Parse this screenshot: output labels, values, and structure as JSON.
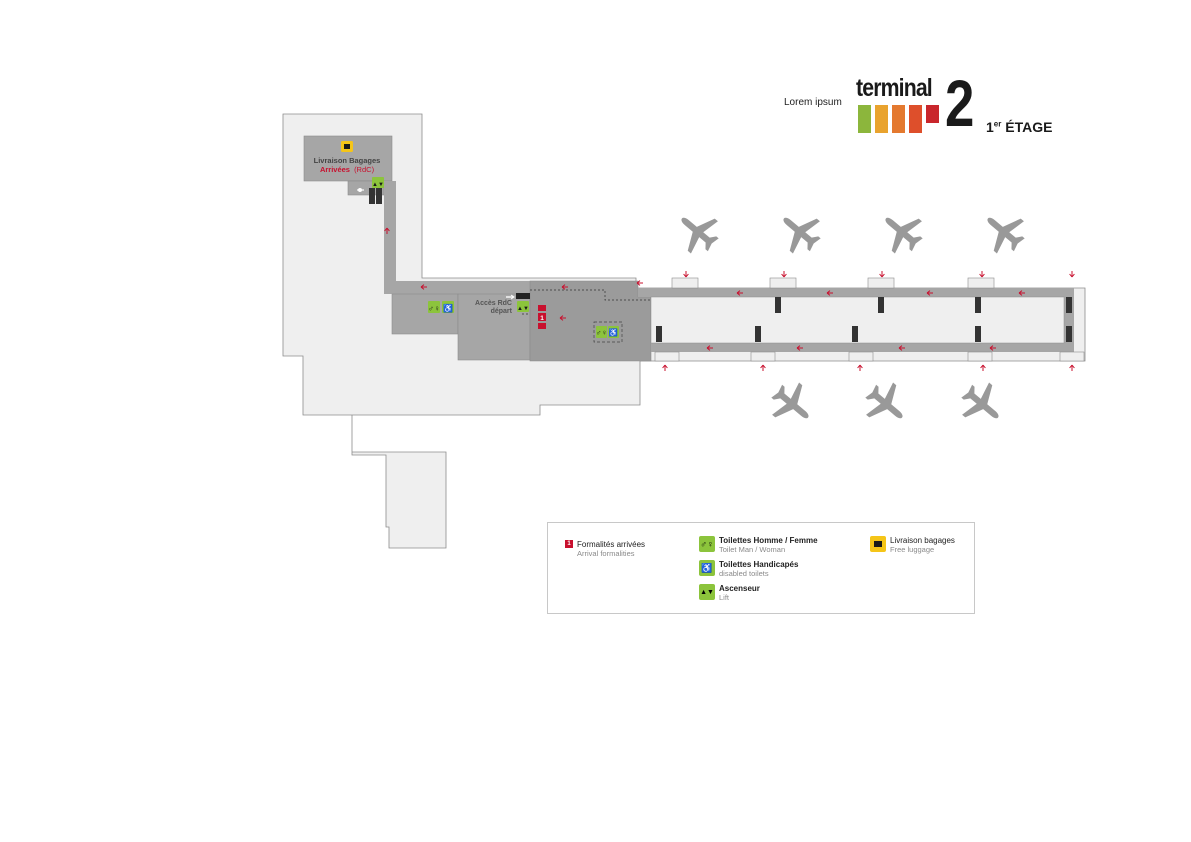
{
  "header": {
    "lorem": "Lorem ipsum",
    "terminal_word": "terminal",
    "terminal_number": "2",
    "floor_prefix": "1",
    "floor_sup": "er",
    "floor_label": "ÉTAGE",
    "stripe_colors": [
      "#8cb63c",
      "#e9a32e",
      "#e4792f",
      "#de4f2b",
      "#c9262c"
    ]
  },
  "map_labels": {
    "baggage_line1": "Livraison Bagages",
    "baggage_line2": "Arrivées",
    "baggage_line3": "(RdC)",
    "access_line1": "Accès RdC",
    "access_line2": "départ",
    "formality_number": "1"
  },
  "legend": {
    "formalities_fr": "Formalités arrivées",
    "formalities_en": "Arrival formalities",
    "toilets_fr": "Toilettes Homme / Femme",
    "toilets_en": "Toilet Man / Woman",
    "disabled_fr": "Toilettes Handicapés",
    "disabled_en": "disabled toilets",
    "lift_fr": "Ascenseur",
    "lift_en": "Lift",
    "luggage_fr": "Livraison bagages",
    "luggage_en": "Free luggage"
  },
  "colors": {
    "building": "#efefef",
    "corridor": "#a6a6a6",
    "hall": "#9b9b9b",
    "arrow": "#c8102e",
    "plane": "#999999",
    "green_icon": "#8cc43c",
    "yellow_icon": "#f5c518"
  },
  "icons": {
    "plane": "plane-icon",
    "arrow": "direction-arrow-icon",
    "toilet": "toilet-icon",
    "disabled": "disabled-toilet-icon",
    "lift": "lift-icon",
    "luggage": "luggage-icon"
  }
}
